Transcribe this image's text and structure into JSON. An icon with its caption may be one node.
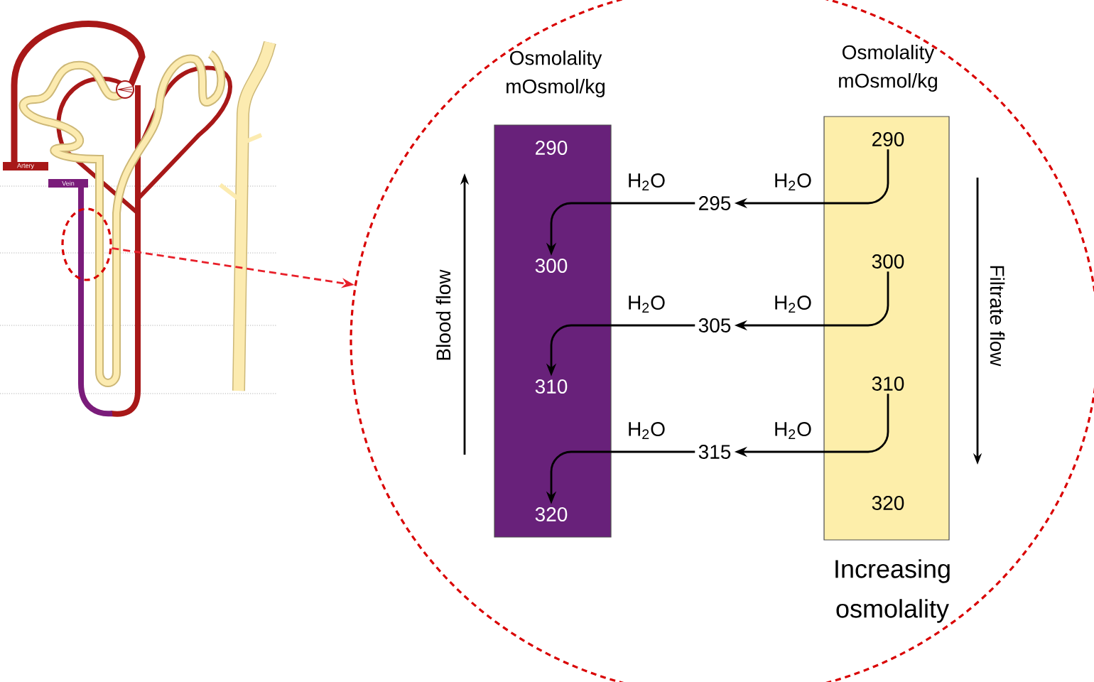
{
  "diagram": {
    "nodes": [
      {
        "text": [],
        "shape": "circle"
      },
      {
        "text": [],
        "shape": "circle"
      },
      {
        "text": [
          "Osmolality mOsmol/kg"
        ],
        "in": 1
      },
      {
        "text": [
          "290"
        ],
        "in": 2
      },
      {
        "text": [
          "300"
        ],
        "in": 2
      },
      {
        "text": [
          "310"
        ],
        "in": 2
      },
      {
        "text": [
          "320"
        ],
        "in": 2
      },
      {
        "text": [
          "Osmolality mOsmol/kg"
        ],
        "in": 1
      },
      {
        "text": [
          "290"
        ],
        "in": 7
      },
      {
        "text": [
          "300"
        ],
        "in": 7
      },
      {
        "text": [
          "310"
        ],
        "in": 7
      },
      {
        "text": [
          "320"
        ],
        "in": 7
      },
      {
        "text": [
          "295"
        ],
        "in": 1
      },
      {
        "text": [
          "305"
        ],
        "in": 1
      },
      {
        "text": [
          "315"
        ],
        "in": 1
      }
    ],
    "edges": [
      {
        "from": 0,
        "to": 1,
        "arrow": "to",
        "style": "dashed",
        "color": "#e8202a"
      },
      {
        "from": 8,
        "to": 12,
        "arrow": "to",
        "label": "H$_{2}$O"
      },
      {
        "from": 12,
        "to": 4,
        "arrow": "to",
        "label": "H$_{2}$O"
      },
      {
        "from": 9,
        "to": 13,
        "arrow": "to",
        "label": "H$_{2}$O"
      },
      {
        "from": 13,
        "to": 5,
        "arrow": "to",
        "label": "H$_{2}$O"
      },
      {
        "from": 10,
        "to": 14,
        "arrow": "to",
        "label": "H$_{2}$O"
      },
      {
        "from": 14,
        "to": 6,
        "arrow": "to",
        "label": "H$_{2}$O"
      }
    ],
    "labels": [
      "Artery",
      "Vein",
      "Blood flow",
      "Filtrate flow",
      "Increasing osmolality"
    ]
  }
}
